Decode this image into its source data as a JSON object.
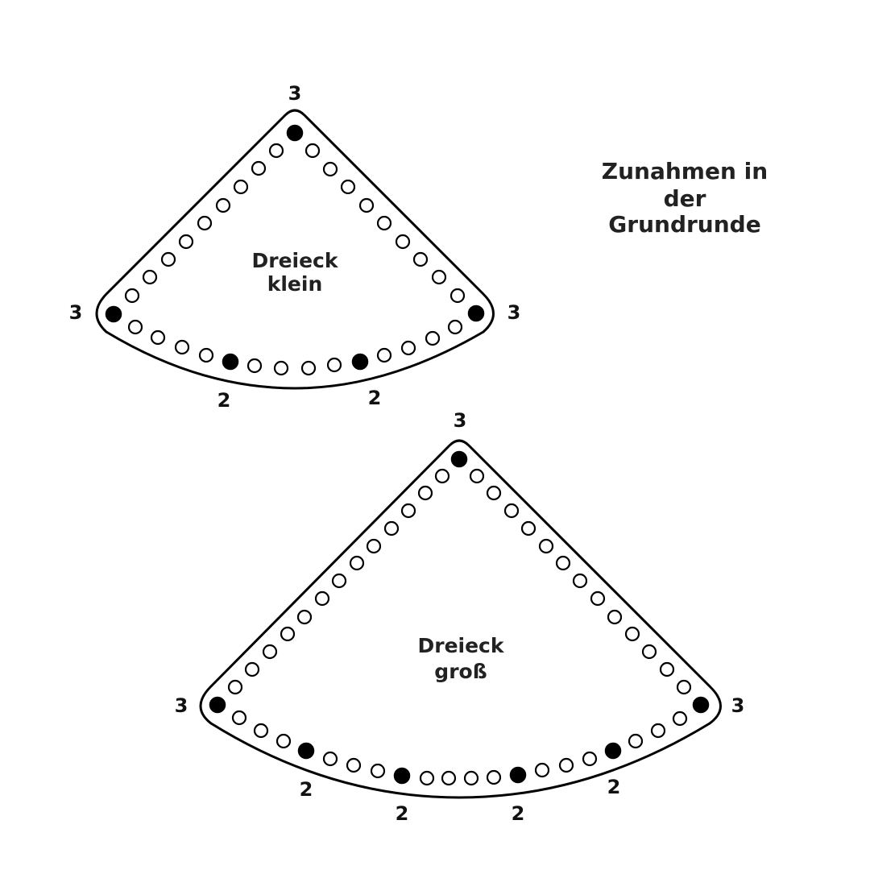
{
  "title": {
    "lines": [
      "Zunahmen in",
      "der",
      "Grundrunde"
    ]
  },
  "small_triangle": {
    "label_lines": [
      "Dreieck",
      "klein"
    ],
    "counts": {
      "top": "3",
      "left": "3",
      "right": "3",
      "bottom_left": "2",
      "bottom_right": "2"
    }
  },
  "large_triangle": {
    "label_lines": [
      "Dreieck",
      "groß"
    ],
    "counts": {
      "top": "3",
      "left": "3",
      "right": "3",
      "bottom_1": "2",
      "bottom_2": "2",
      "bottom_3": "2",
      "bottom_4": "2"
    }
  },
  "colors": {
    "outline": "#000000",
    "filled_hole": "#000000",
    "open_hole": "#ffffff",
    "text": "#222222"
  }
}
